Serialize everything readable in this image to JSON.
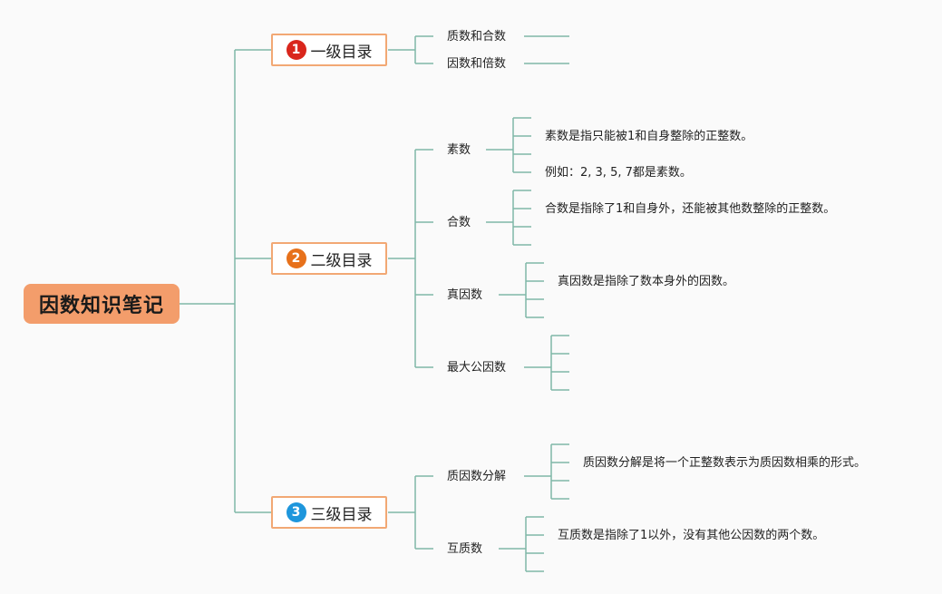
{
  "root": {
    "label": "因数知识笔记"
  },
  "branches": [
    {
      "number": "1",
      "label": "一级目录",
      "color": "#d9261c"
    },
    {
      "number": "2",
      "label": "二级目录",
      "color": "#e7711b"
    },
    {
      "number": "3",
      "label": "三级目录",
      "color": "#1e96dc"
    }
  ],
  "topics": {
    "b1_1": "质数和合数",
    "b1_2": "因数和倍数",
    "b2_1": "素数",
    "b2_2": "合数",
    "b2_3": "真因数",
    "b2_4": "最大公因数",
    "b3_1": "质因数分解",
    "b3_2": "互质数"
  },
  "notes": {
    "prime_def": "素数是指只能被1和自身整除的正整数。",
    "prime_example": "例如：2, 3, 5, 7都是素数。",
    "composite_def": "合数是指除了1和自身外，还能被其他数整除的正整数。",
    "proper_divisor_def": "真因数是指除了数本身外的因数。",
    "factorization_def": "质因数分解是将一个正整数表示为质因数相乘的形式。",
    "coprime_def": "互质数是指除了1以外，没有其他公因数的两个数。"
  },
  "colors": {
    "line": "#7fb8a8",
    "root": "#f39d6b",
    "branch_border": "#f2a874"
  }
}
